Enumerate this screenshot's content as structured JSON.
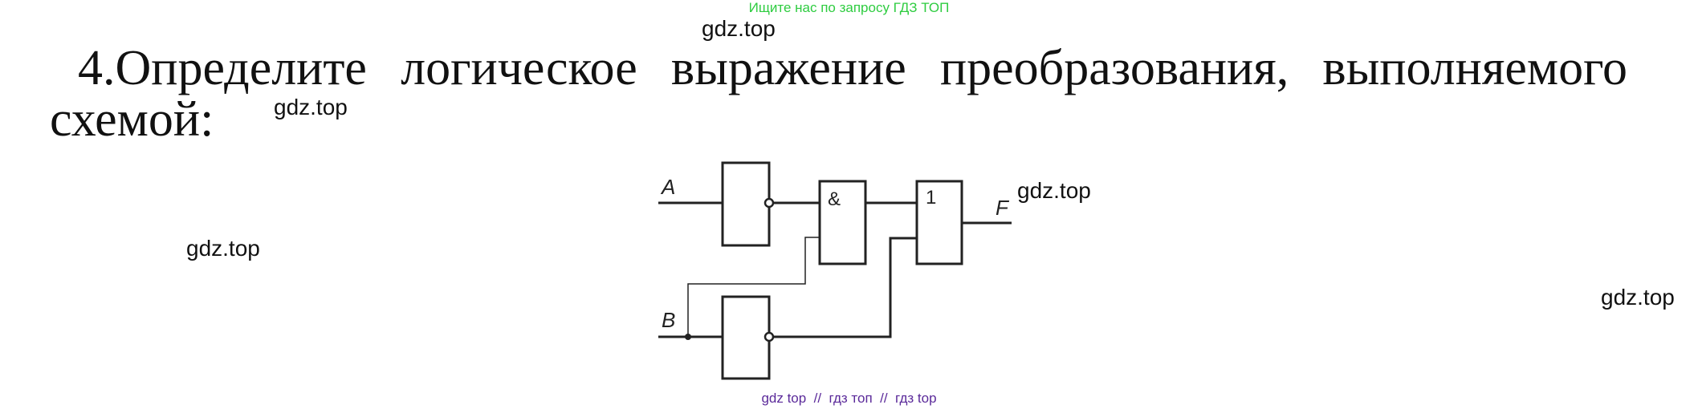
{
  "top_banner": "Ищите нас по запросу ГДЗ ТОП",
  "task": {
    "line1": "4.Определите логическое выражение преобразования, выполняемого",
    "line2": "схемой:"
  },
  "watermarks": [
    "gdz.top",
    "gdz.top",
    "gdz.top",
    "gdz.top",
    "gdz.top"
  ],
  "diagram": {
    "input_a": "A",
    "input_b": "B",
    "output": "F",
    "and_gate_symbol": "&",
    "or_gate_symbol": "1"
  },
  "footer": "gdz top  //  гдз топ  //  гдз top"
}
